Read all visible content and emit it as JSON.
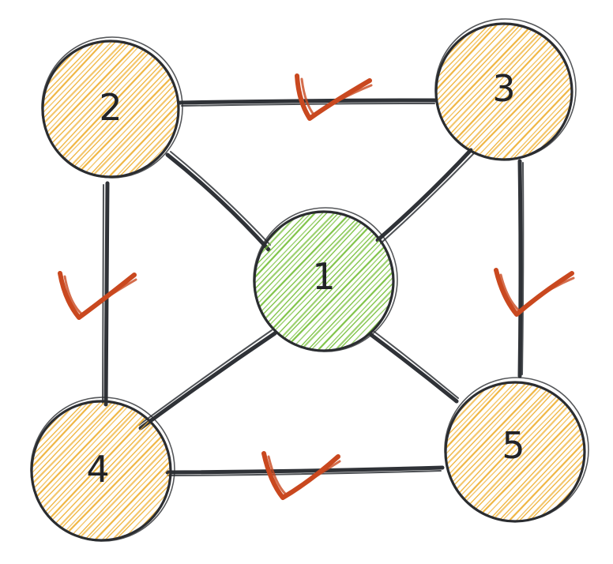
{
  "diagram": {
    "nodes": [
      {
        "id": "1",
        "label": "1",
        "fill": "#7cc242"
      },
      {
        "id": "2",
        "label": "2",
        "fill": "#f0b43c"
      },
      {
        "id": "3",
        "label": "3",
        "fill": "#f0b43c"
      },
      {
        "id": "4",
        "label": "4",
        "fill": "#f0b43c"
      },
      {
        "id": "5",
        "label": "5",
        "fill": "#f0b43c"
      }
    ],
    "edges": [
      {
        "from": "2",
        "to": "3",
        "checked": true
      },
      {
        "from": "2",
        "to": "4",
        "checked": true
      },
      {
        "from": "3",
        "to": "5",
        "checked": true
      },
      {
        "from": "4",
        "to": "5",
        "checked": true
      },
      {
        "from": "1",
        "to": "2",
        "checked": false
      },
      {
        "from": "1",
        "to": "3",
        "checked": false
      },
      {
        "from": "1",
        "to": "4",
        "checked": false
      },
      {
        "from": "1",
        "to": "5",
        "checked": false
      }
    ],
    "colors": {
      "center_fill": "#7cc242",
      "outer_fill": "#f0b43c",
      "edge": "#2f3237",
      "check": "#c9481f"
    }
  }
}
